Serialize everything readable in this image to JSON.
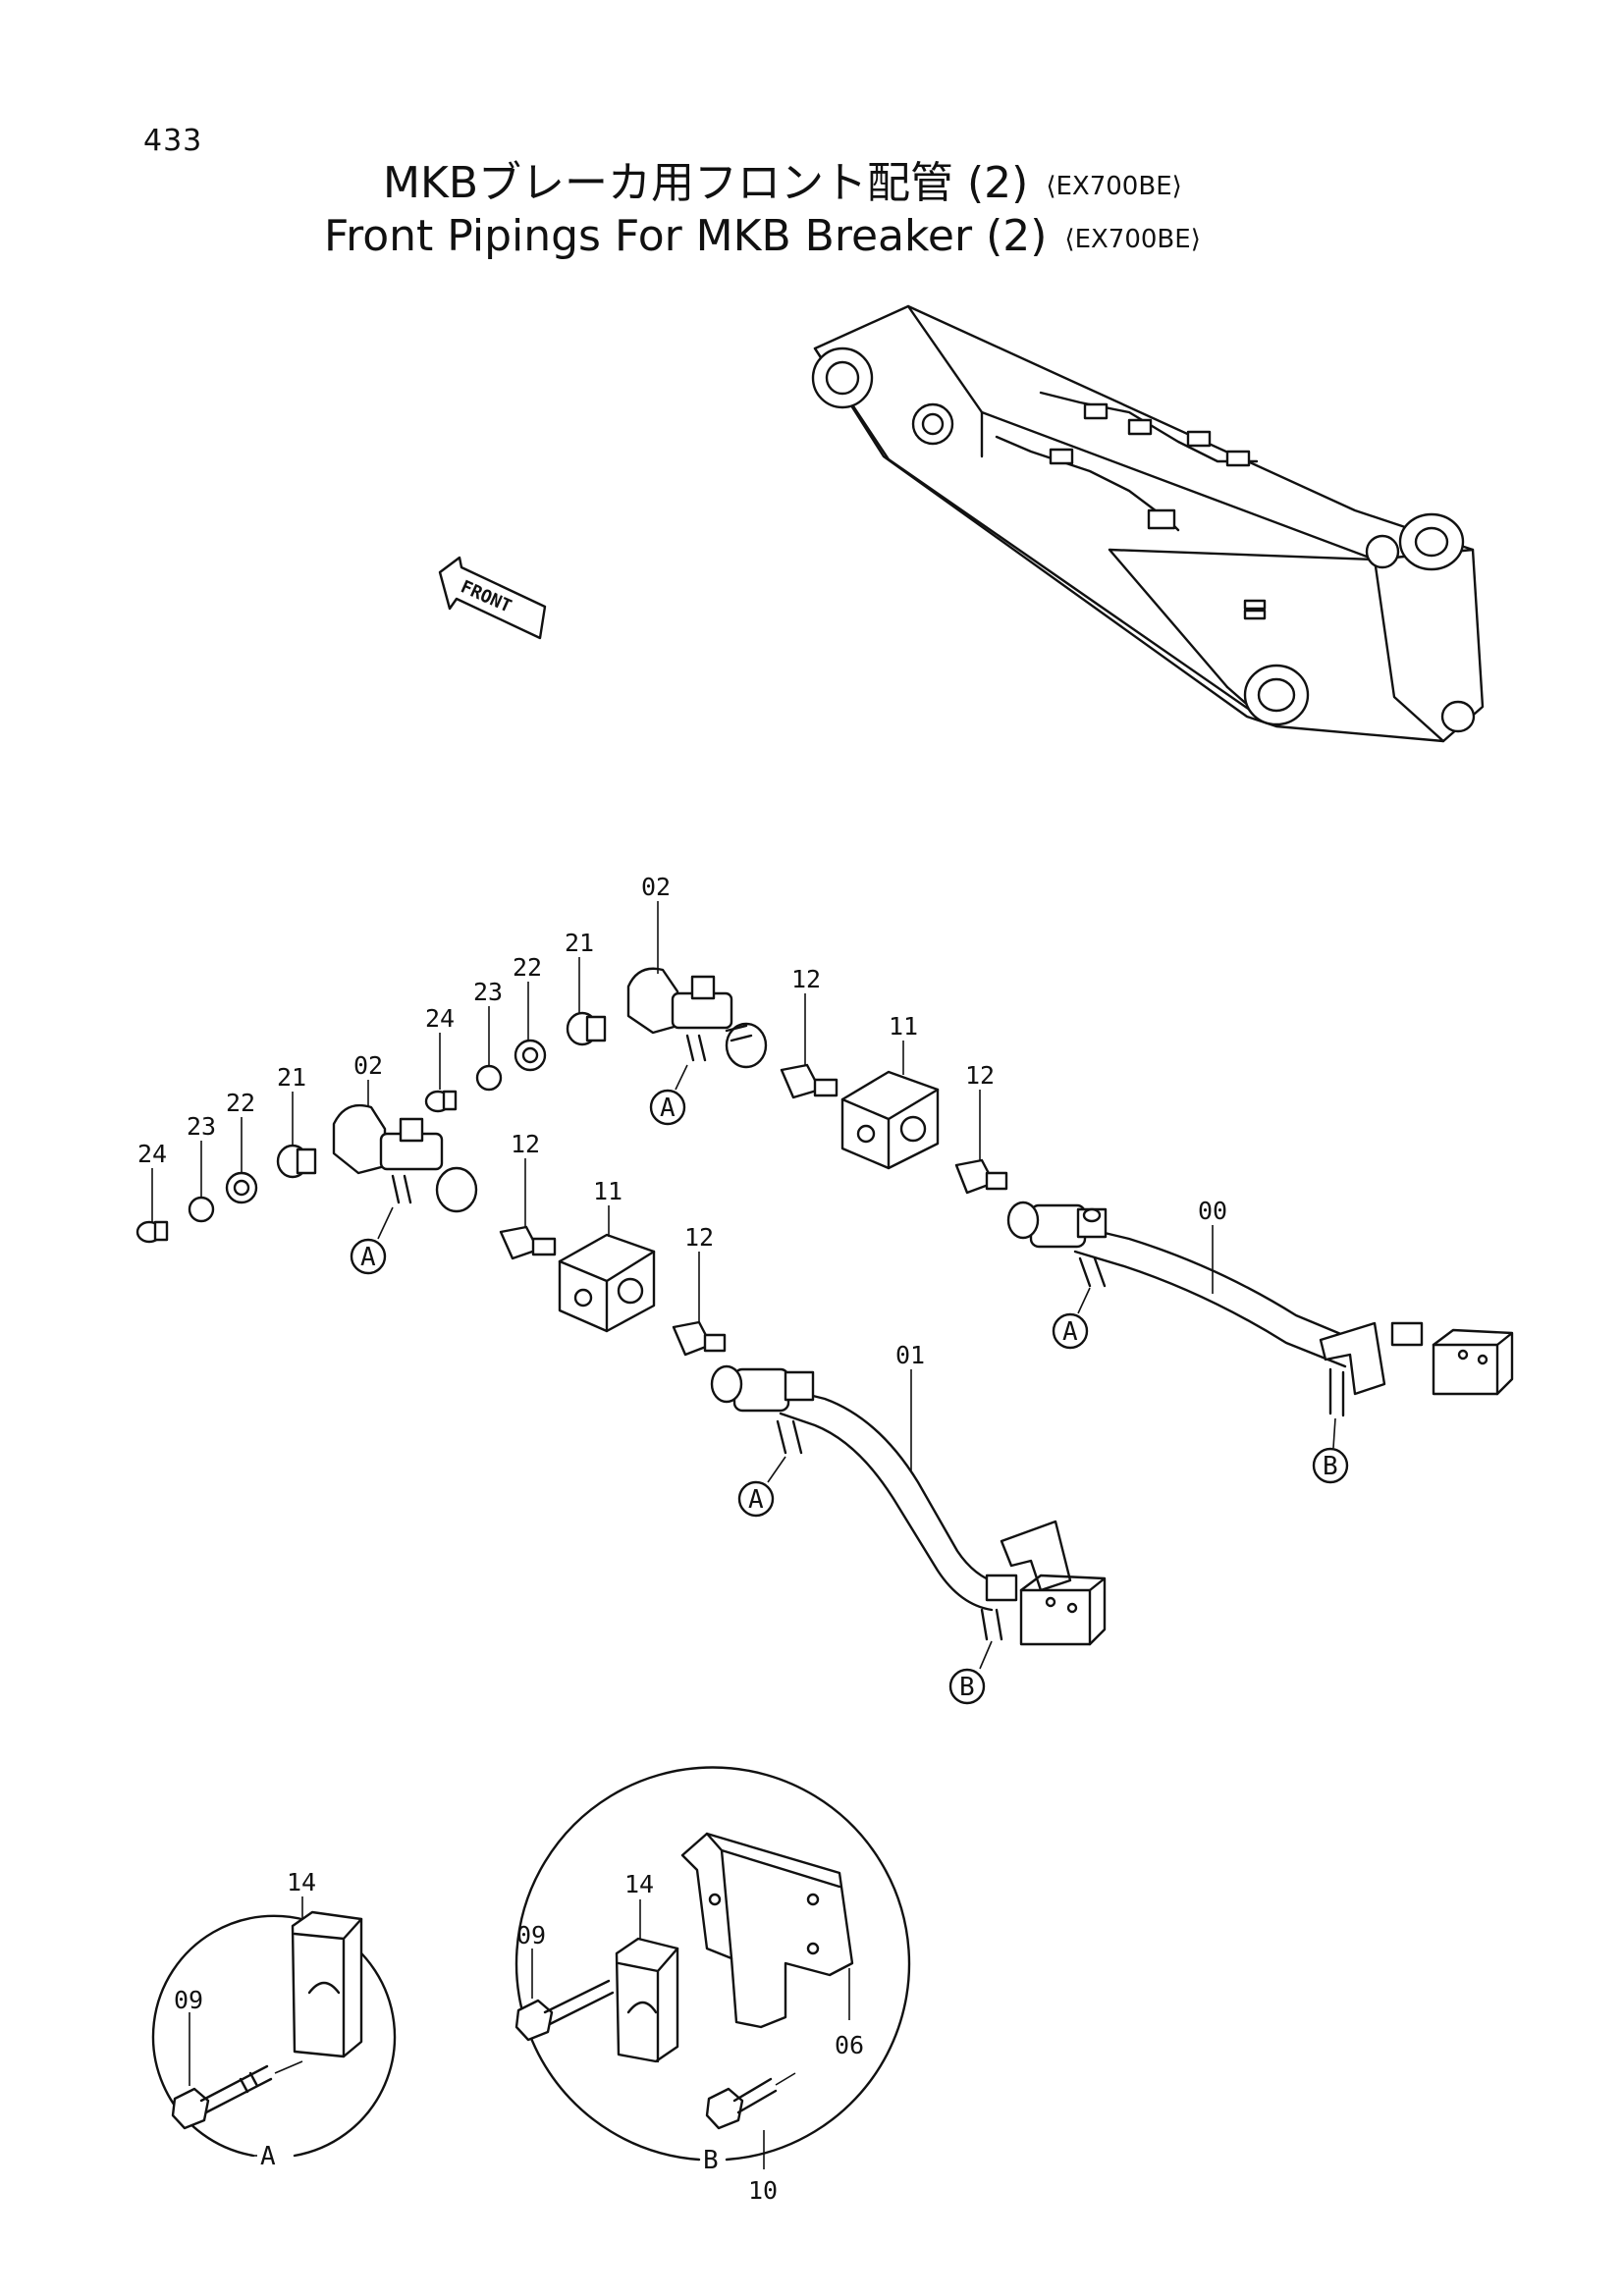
{
  "page_number": "433",
  "title_jp": {
    "text": "MKBブレーカ用フロント配管",
    "num": "(2)",
    "suffix": "⟨EX700BE⟩"
  },
  "title_en": {
    "text": "Front Pipings For MKB Breaker",
    "num": "(2)",
    "suffix": "⟨EX700BE⟩"
  },
  "front_arrow_label": "FRONT",
  "parts": {
    "p00": "00",
    "p01": "01",
    "p02_upper": "02",
    "p02_lower": "02",
    "p11_upper": "11",
    "p11_lower": "11",
    "p12_a": "12",
    "p12_b": "12",
    "p12_c": "12",
    "p12_d": "12",
    "p21_upper": "21",
    "p22_upper": "22",
    "p23_upper": "23",
    "p24_upper": "24",
    "p21_lower": "21",
    "p22_lower": "22",
    "p23_lower": "23",
    "p24_lower": "24"
  },
  "refs": {
    "a1": "A",
    "a2": "A",
    "a3": "A",
    "a4": "A",
    "b1": "B",
    "b2": "B"
  },
  "detail_a": {
    "label": "A",
    "p09": "09",
    "p14": "14"
  },
  "detail_b": {
    "label": "B",
    "p09": "09",
    "p14": "14",
    "p10": "10",
    "p06": "06"
  }
}
